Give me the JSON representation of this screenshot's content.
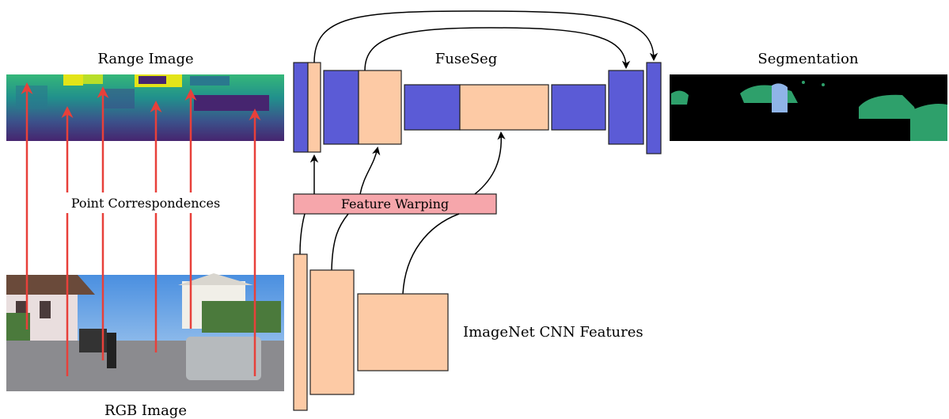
{
  "labels": {
    "range_image": "Range Image",
    "fuseseg": "FuseSeg",
    "segmentation": "Segmentation",
    "point_correspondences": "Point Correspondences",
    "feature_warping": "Feature Warping",
    "rgb_image": "RGB Image",
    "imagenet_features": "ImageNet CNN Features"
  },
  "colors": {
    "encoder_block": "#5b5bd6",
    "feature_block": "#fdcaa5",
    "warping_box": "#f6a6ab",
    "correspondence_arrow": "#e8403a",
    "segmentation_car": "#2ea06b",
    "segmentation_person": "#8fb4e8"
  }
}
